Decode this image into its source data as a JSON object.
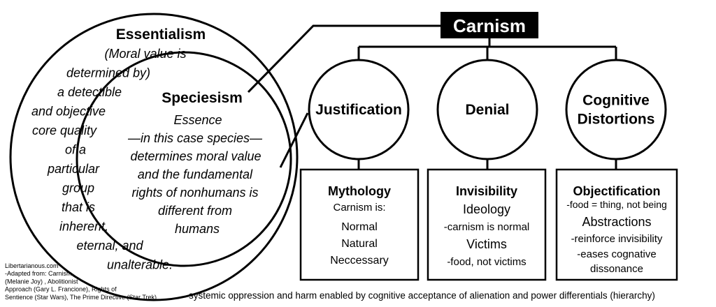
{
  "title": "Carnism",
  "essentialism": {
    "heading": "Essentialism",
    "lines": [
      "(Moral value is",
      "determined by)",
      "a detectible",
      "and objective",
      "core quality",
      "of a",
      "particular",
      "group",
      "that is",
      "inherent,",
      "eternal, and",
      "unalterable."
    ]
  },
  "speciesism": {
    "heading": "Speciesism",
    "lines": [
      "Essence",
      "—in this case species—",
      "determines moral value",
      "and the fundamental",
      "rights of nonhumans is",
      "different from",
      "humans"
    ]
  },
  "pillars": [
    {
      "circle_lines": [
        "Justification"
      ],
      "box_heading": "Mythology",
      "box_lines": [
        "Carnism is:",
        "Normal",
        "Natural",
        "Neccessary"
      ]
    },
    {
      "circle_lines": [
        "Denial"
      ],
      "box_heading": "Invisibility",
      "box_lines": [
        "Ideology",
        "-carnism is normal",
        "Victims",
        "-food, not victims"
      ]
    },
    {
      "circle_lines": [
        "Cognitive",
        "Distortions"
      ],
      "box_heading": "Objectification",
      "box_lines": [
        "-food = thing, not being",
        "Abstractions",
        "-reinforce invisibility",
        "-eases cognative",
        "dissonance"
      ]
    }
  ],
  "credits": [
    "Libertarianous.com",
    "-Adapted from: Carnism",
    "(Melanie Joy) , Abolitionist",
    "Approach (Gary L. Francione), Rights of",
    "Sentience (Star Wars), The Prime Directive (Star Trek)"
  ],
  "footer": "systemic oppression and harm enabled by cognitive acceptance of alienation and power differentials (hierarchy)"
}
